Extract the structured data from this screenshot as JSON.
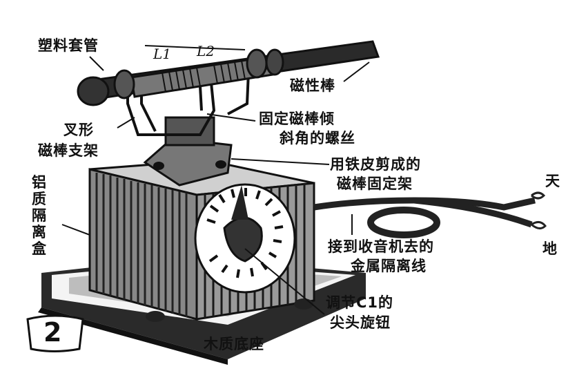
{
  "labels": {
    "plastic_sleeve": "塑料套管",
    "coil_l1": "L1",
    "coil_l2": "L2",
    "magnetic_rod": "磁性棒",
    "fork_bracket_line1": "叉形",
    "fork_bracket_line2": "磁棒支架",
    "tilt_screw_line1": "固定磁棒倾",
    "tilt_screw_line2": "斜角的螺丝",
    "tin_holder_line1": "用铁皮剪成的",
    "tin_holder_line2": "磁棒固定架",
    "sky": "天",
    "ground": "地",
    "aluminum_box": "铝质隔离盒",
    "shield_wire_line1": "接到收音机去的",
    "shield_wire_line2": "金属隔离线",
    "knob_line1": "调节C1的",
    "knob_line2": "尖头旋钮",
    "wood_base": "木质底座",
    "figure_number": "2"
  }
}
